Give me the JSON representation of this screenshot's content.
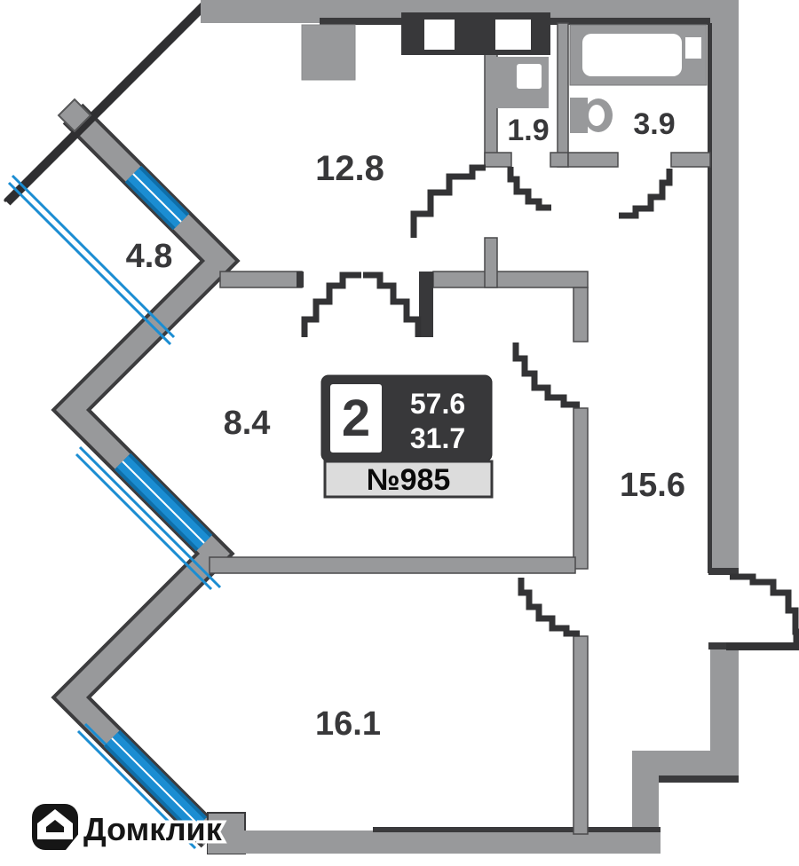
{
  "plan": {
    "apartment_number_label": "№985",
    "info_card": {
      "rooms_count": "2",
      "total_area": "57.6",
      "living_area": "31.7"
    },
    "room_labels": {
      "kitchen_living": "12.8",
      "balcony": "4.8",
      "bathroom_small": "1.9",
      "bathroom_large": "3.9",
      "hall": "8.4",
      "bedroom": "15.6",
      "room_bottom": "16.1"
    }
  },
  "branding": {
    "logo_text": "Домклик"
  },
  "colors": {
    "wall_gray": "#98999b",
    "wall_dark": "#38383a",
    "window_blue": "#1b8dd2",
    "window_blue_dark": "#0f6ea8",
    "number_plate": "#dcdcdc",
    "label_text": "#38383a"
  }
}
